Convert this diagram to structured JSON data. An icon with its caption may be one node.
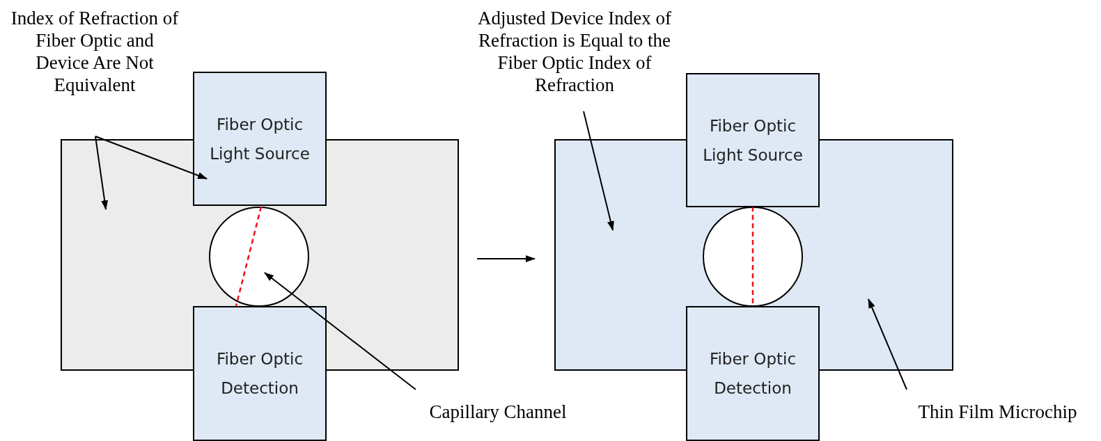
{
  "diagram": {
    "nodes": [
      {
        "text": [
          "Index of Refraction of Fiber Optic and Device Are Not Equivalent"
        ]
      },
      {
        "text": [],
        "shape": "box"
      },
      {
        "text": [
          "Fiber Optic Light Source"
        ]
      },
      {
        "text": [],
        "shape": "circle",
        "in": 1
      },
      {
        "text": [
          "Fiber Optic Detection"
        ]
      },
      {
        "text": [
          "Capillary Channel"
        ]
      },
      {
        "text": [
          "Adjusted Device Index of Refraction is Equal to the Fiber Optic Index of Refraction"
        ]
      },
      {
        "text": [],
        "shape": "box"
      },
      {
        "text": [
          "Fiber Optic Light Source"
        ]
      },
      {
        "text": [],
        "shape": "circle",
        "in": 7
      },
      {
        "text": [
          "Fiber Optic Detection"
        ]
      },
      {
        "text": [
          "Thin Film Microchip"
        ]
      }
    ],
    "edges": [
      {
        "from": 0,
        "to": 2,
        "arrow": "to"
      },
      {
        "from": 0,
        "to": 1,
        "arrow": "to"
      },
      {
        "from": 5,
        "to": 3,
        "arrow": "to"
      },
      {
        "from": 1,
        "to": 7,
        "arrow": "to"
      },
      {
        "from": 6,
        "to": 7,
        "arrow": "to"
      },
      {
        "from": 11,
        "to": 7,
        "arrow": "to"
      }
    ]
  }
}
